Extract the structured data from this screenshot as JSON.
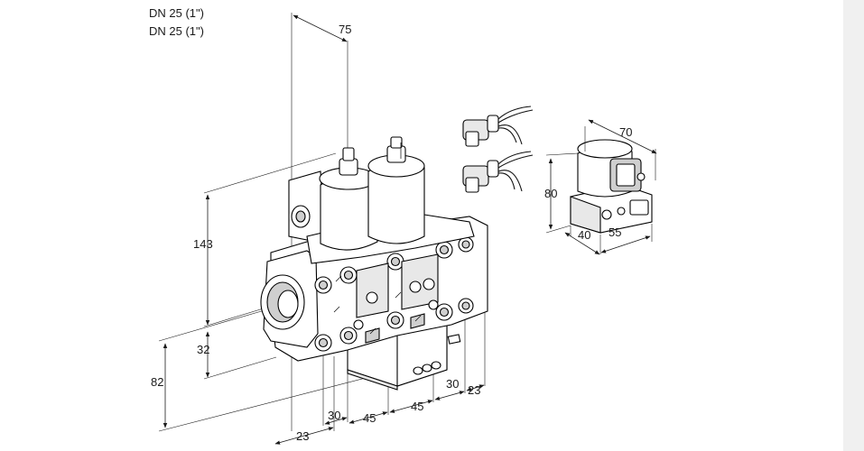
{
  "header": {
    "line1": "DN 25 (1\")",
    "line2": "DN 25 (1\")"
  },
  "dimensions": {
    "top_width": "75",
    "height_total": "143",
    "height_lower": "32",
    "height_side": "82",
    "bottom_left": "23",
    "bottom_30": "30",
    "bottom_45a": "45",
    "bottom_45b": "45",
    "right_30": "30",
    "right_23": "23"
  },
  "inset_dimensions": {
    "width": "70",
    "height": "80",
    "depth": "40",
    "length": "55"
  }
}
